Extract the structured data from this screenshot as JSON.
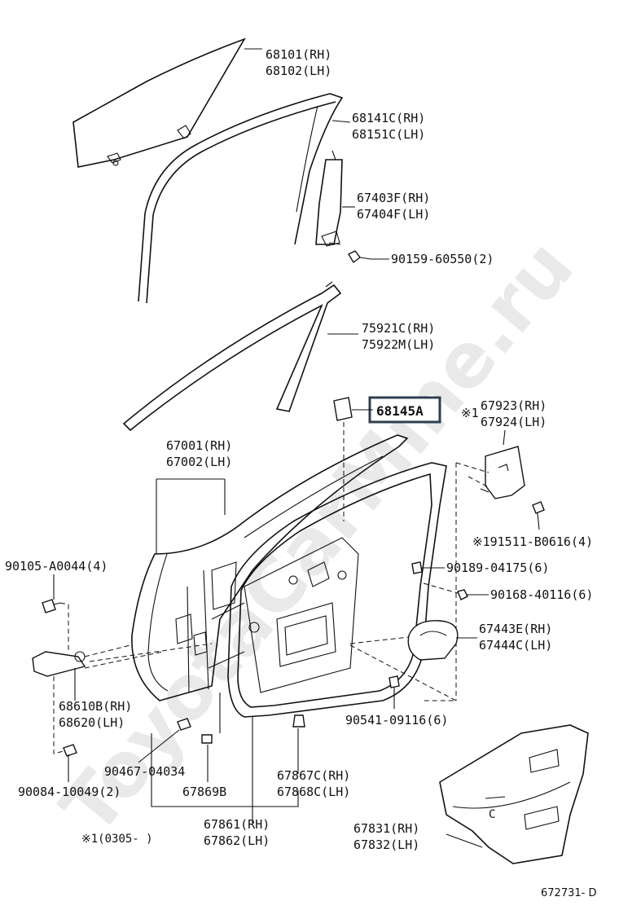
{
  "watermark": "ToyotaCarMine.ru",
  "diagram_id": "672731- D",
  "footnote": "※1(0305-   )",
  "labels": {
    "p68101": "68101(RH)",
    "p68102": "68102(LH)",
    "p68141c": "68141C(RH)",
    "p68151c": "68151C(LH)",
    "p67403f": "67403F(RH)",
    "p67404f": "67404F(LH)",
    "p90159": "90159-60550(2)",
    "p75921c": "75921C(RH)",
    "p75922m": "75922M(LH)",
    "p68145a": "68145A",
    "p67923_mark": "※1",
    "p67923": "67923(RH)",
    "p67924": "67924(LH)",
    "p67001": "67001(RH)",
    "p67002": "67002(LH)",
    "p191511": "※191511-B0616(4)",
    "p90105": "90105-A0044(4)",
    "p90189": "90189-04175(6)",
    "p90168": "90168-40116(6)",
    "p67443e": "67443E(RH)",
    "p67444c": "67444C(LH)",
    "p68610b": "68610B(RH)",
    "p68620": "68620(LH)",
    "p90541": "90541-09116(6)",
    "p90467": "90467-04034",
    "p67869b": "67869B",
    "p67867c": "67867C(RH)",
    "p67868c": "67868C(LH)",
    "p90084": "90084-10049(2)",
    "p67861": "67861(RH)",
    "p67862": "67862(LH)",
    "p67831": "67831(RH)",
    "p67832": "67832(LH)"
  }
}
